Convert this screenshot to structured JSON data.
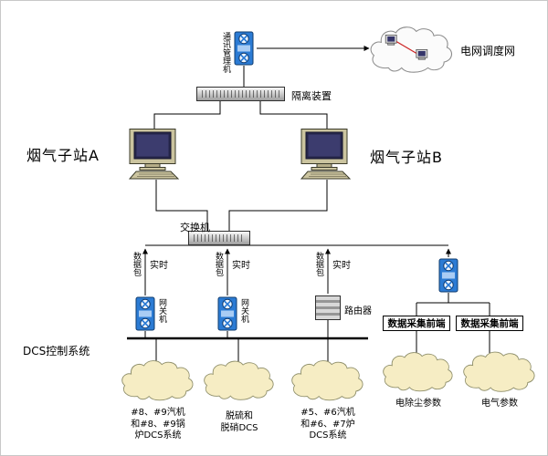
{
  "colors": {
    "device_blue": "#2B7BD4",
    "cloud_fill": "#F6EDC4",
    "cloud_stroke": "#8F8F6B",
    "red_link": "#CC2222"
  },
  "nodes": {
    "comm_manager": {
      "label": "通讯管理机"
    },
    "grid_network": {
      "label": "电网调度网"
    },
    "isolation": {
      "label": "隔离装置"
    },
    "substation_a": {
      "label": "烟气子站A"
    },
    "substation_b": {
      "label": "烟气子站B"
    },
    "switch": {
      "label": "交换机"
    },
    "gateway_1": {
      "label": "网关机"
    },
    "gateway_2": {
      "label": "网关机"
    },
    "router": {
      "label": "路由器"
    },
    "frontend_1": {
      "label": "数据采集前端"
    },
    "frontend_2": {
      "label": "数据采集前端"
    },
    "dcs_system": {
      "label": "DCS控制系统"
    }
  },
  "branches": [
    {
      "packet": "数据包",
      "realtime": "实时"
    },
    {
      "packet": "数据包",
      "realtime": "实时"
    },
    {
      "packet": "数据包",
      "realtime": "实时"
    }
  ],
  "clouds": [
    {
      "lines": [
        "#8、#9汽机",
        "和#8、#9锅",
        "炉DCS系统"
      ]
    },
    {
      "lines": [
        "脱硫和",
        "脱硝DCS"
      ]
    },
    {
      "lines": [
        "#5、#6汽机",
        "和#6、#7炉",
        "DCS系统"
      ]
    },
    {
      "lines": [
        "电除尘参数"
      ]
    },
    {
      "lines": [
        "电气参数"
      ]
    }
  ]
}
